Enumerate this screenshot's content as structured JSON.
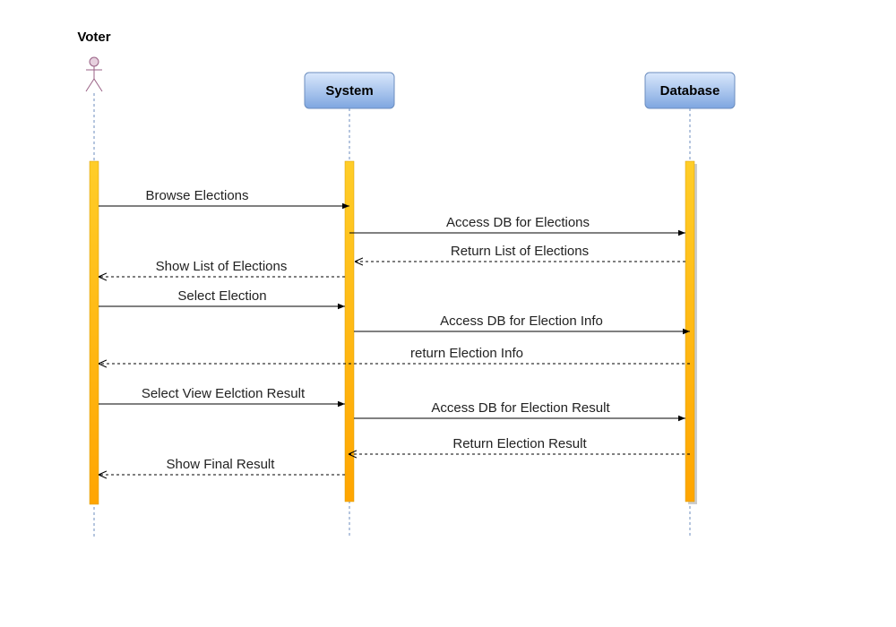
{
  "participants": [
    {
      "id": "voter",
      "label": "Voter",
      "kind": "actor"
    },
    {
      "id": "system",
      "label": "System",
      "kind": "box"
    },
    {
      "id": "database",
      "label": "Database",
      "kind": "box"
    }
  ],
  "messages": [
    {
      "from": "voter",
      "to": "system",
      "label": "Browse Elections",
      "style": "sync"
    },
    {
      "from": "system",
      "to": "database",
      "label": "Access DB for Elections",
      "style": "sync"
    },
    {
      "from": "database",
      "to": "system",
      "label": "Return List of Elections",
      "style": "return"
    },
    {
      "from": "system",
      "to": "voter",
      "label": "Show List of Elections",
      "style": "return"
    },
    {
      "from": "voter",
      "to": "system",
      "label": "Select Election",
      "style": "sync"
    },
    {
      "from": "system",
      "to": "database",
      "label": "Access DB for Election Info",
      "style": "sync"
    },
    {
      "from": "database",
      "to": "voter",
      "label": "return Election Info",
      "style": "return"
    },
    {
      "from": "voter",
      "to": "system",
      "label": "Select View Eelction Result",
      "style": "sync"
    },
    {
      "from": "system",
      "to": "database",
      "label": "Access DB for Election Result",
      "style": "sync"
    },
    {
      "from": "database",
      "to": "system",
      "label": "Return Election Result",
      "style": "return"
    },
    {
      "from": "system",
      "to": "voter",
      "label": "Show Final Result",
      "style": "return"
    }
  ],
  "colors": {
    "box_fill_top": "#dae8fc",
    "box_fill_bottom": "#7ea6e0",
    "box_stroke": "#6c8ebf",
    "activation_top": "#ffcd28",
    "activation_bottom": "#ffa500",
    "activation_stroke": "#d79b00",
    "actor_fill": "#e6d0de",
    "actor_stroke": "#996185",
    "lifeline": "#6c8ebf",
    "arrow": "#000000"
  }
}
